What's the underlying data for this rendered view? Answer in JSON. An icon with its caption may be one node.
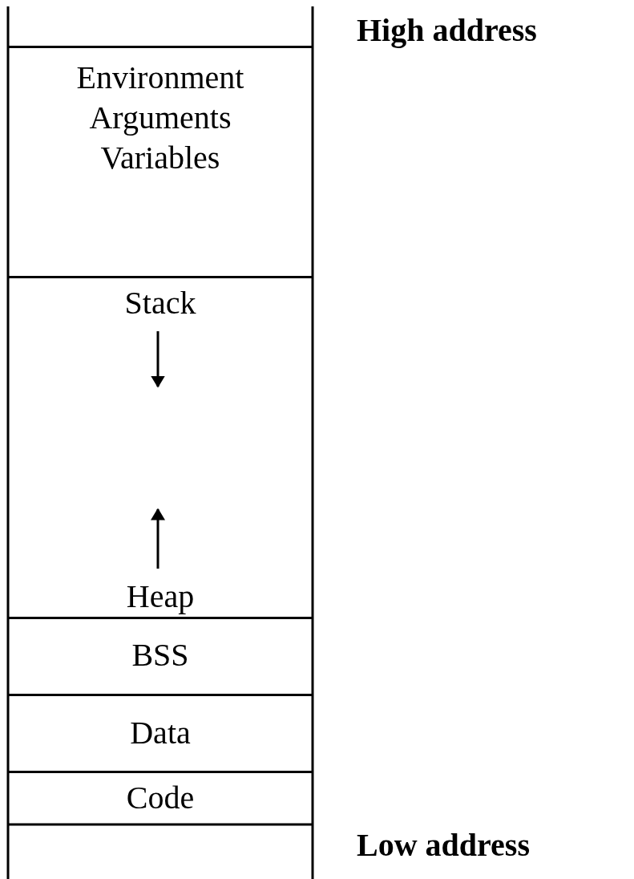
{
  "diagram": {
    "nodes": [
      {
        "text": [
          "Environment Arguments Variables"
        ]
      },
      {
        "text": [
          "Stack",
          "Heap"
        ]
      },
      {
        "text": [
          "BSS"
        ]
      },
      {
        "text": [
          "Data"
        ]
      },
      {
        "text": [
          "Code"
        ]
      }
    ],
    "labels": [
      "High address",
      "Low address"
    ]
  }
}
